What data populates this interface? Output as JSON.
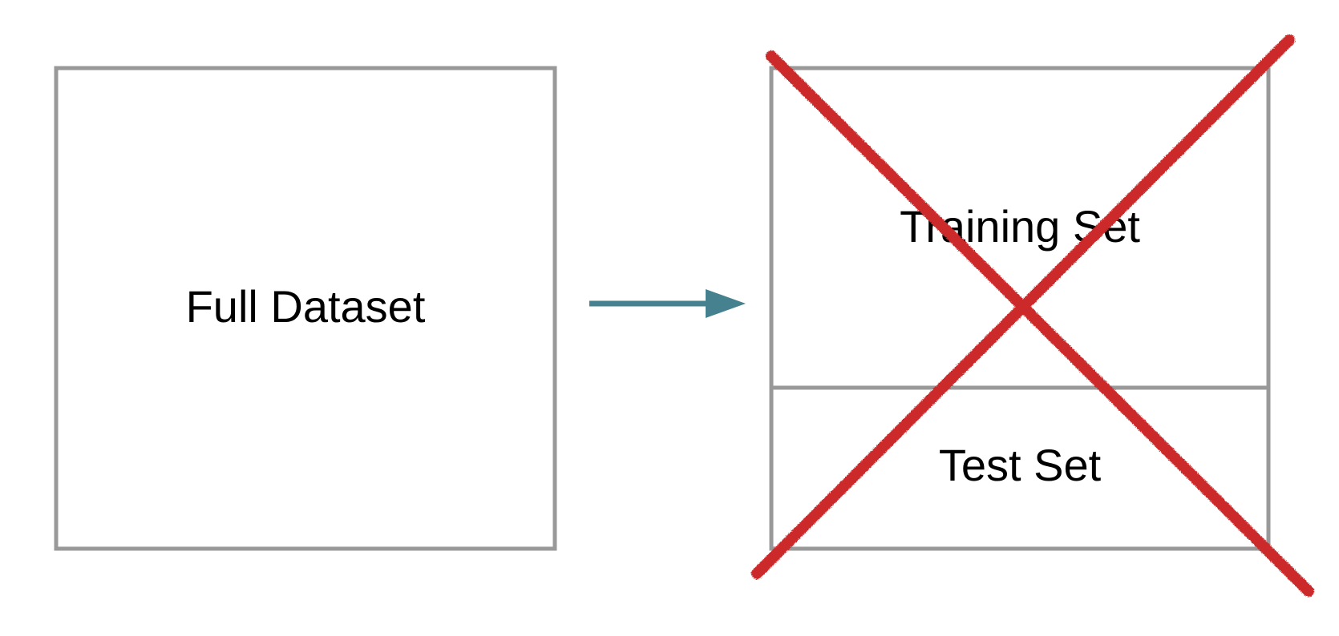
{
  "diagram": {
    "full_dataset_label": "Full Dataset",
    "training_set_label": "Training Set",
    "test_set_label": "Test Set"
  },
  "colors": {
    "box_border": "#999999",
    "arrow": "#45818e",
    "cross": "#cc2929",
    "text": "#000000",
    "background": "#ffffff"
  },
  "icons": {
    "arrow": "right-arrow-icon",
    "cross": "x-cross-icon"
  }
}
